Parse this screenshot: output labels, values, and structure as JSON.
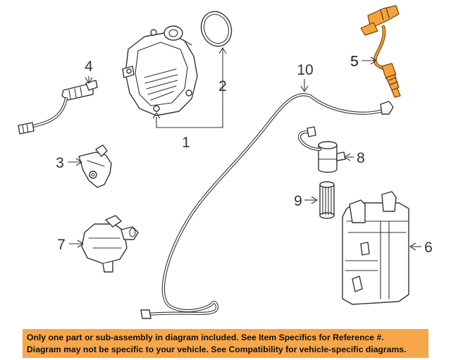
{
  "callouts": {
    "c1": "1",
    "c2": "2",
    "c3": "3",
    "c4": "4",
    "c5": "5",
    "c6": "6",
    "c7": "7",
    "c8": "8",
    "c9": "9",
    "c10": "10"
  },
  "highlighted_part": "5",
  "colors": {
    "highlight": "#f5a33a",
    "banner": "#f7a649",
    "line": "#333333"
  },
  "disclaimer": {
    "line1": "Only one part or sub-assembly in diagram included. See Item Specifics for Reference #.",
    "line2": "Diagram may not be specific to your vehicle. See Compatibility for vehicle-specific diagrams."
  }
}
